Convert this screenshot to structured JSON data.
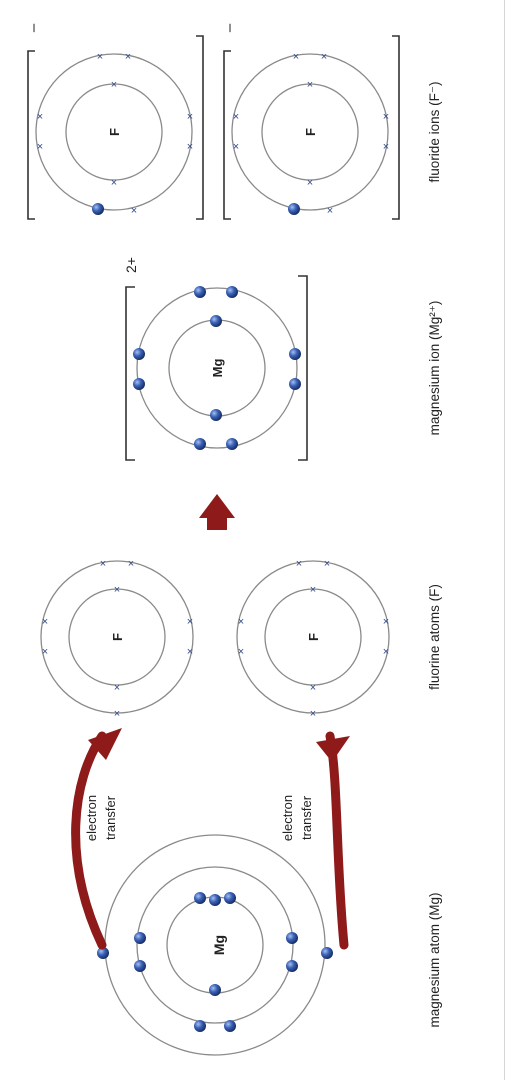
{
  "labels": {
    "mg_atom": "magnesium atom (Mg)",
    "f_atoms": "fluorine atoms (F)",
    "mg_ion": "magnesium ion (Mg²⁺)",
    "f_ions": "fluoride ions (F⁻)",
    "transfer_line1": "electron",
    "transfer_line2": "transfer"
  },
  "symbols": {
    "magnesium": "Mg",
    "fluorine": "F",
    "mg_ion_charge": "2+",
    "f_ion_charge": "–"
  },
  "colors": {
    "electron_blue": "#2e55a8",
    "arrow_red": "#8e1a1a",
    "shell_gray": "#8a8a8a",
    "bracket": "#333333"
  }
}
